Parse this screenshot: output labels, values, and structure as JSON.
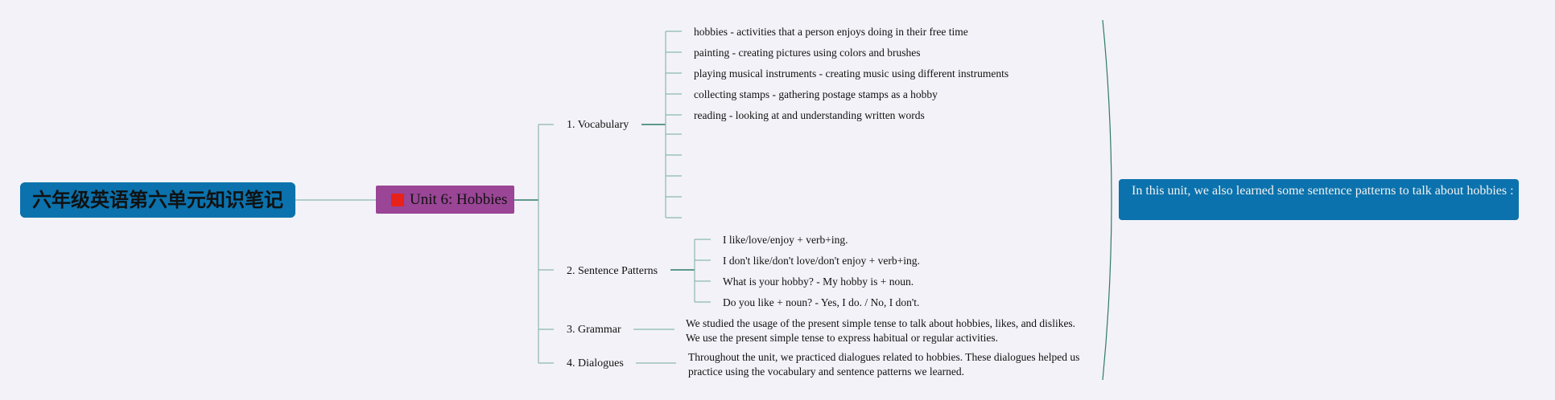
{
  "root": {
    "title": "六年级英语第六单元知识笔记"
  },
  "unit": {
    "title": "Unit 6: Hobbies",
    "flag_color": "#e8221b"
  },
  "branches": {
    "vocabulary": {
      "label": "1. Vocabulary",
      "items": [
        "hobbies - activities that a person enjoys doing in their free time",
        "painting - creating pictures using colors and brushes",
        "playing musical instruments - creating music using different instruments",
        "collecting stamps - gathering postage stamps as a hobby",
        "reading - looking at and understanding written words"
      ]
    },
    "patterns": {
      "label": "2. Sentence Patterns",
      "items": [
        "I like/love/enjoy + verb+ing.",
        "I don't like/don't love/don't enjoy + verb+ing.",
        "What is your hobby? - My hobby is + noun.",
        "Do you like + noun? - Yes, I do. / No, I don't."
      ]
    },
    "grammar": {
      "label": "3. Grammar",
      "text": "We studied the usage of the present simple tense to talk about hobbies, likes, and dislikes. We use the present simple tense to express habitual or regular activities."
    },
    "dialogues": {
      "label": "4. Dialogues",
      "text": "Throughout the unit, we practiced dialogues related to hobbies. These dialogues helped us practice using the vocabulary and sentence patterns we learned."
    }
  },
  "summary": {
    "text": "In this unit, we also learned some sentence patterns to talk about hobbies :"
  },
  "colors": {
    "root": "#0b72ad",
    "unit": "#9a4596",
    "summary": "#0b72ad",
    "line_dark": "#2e7a6a",
    "line_light": "#8cb8ae"
  }
}
